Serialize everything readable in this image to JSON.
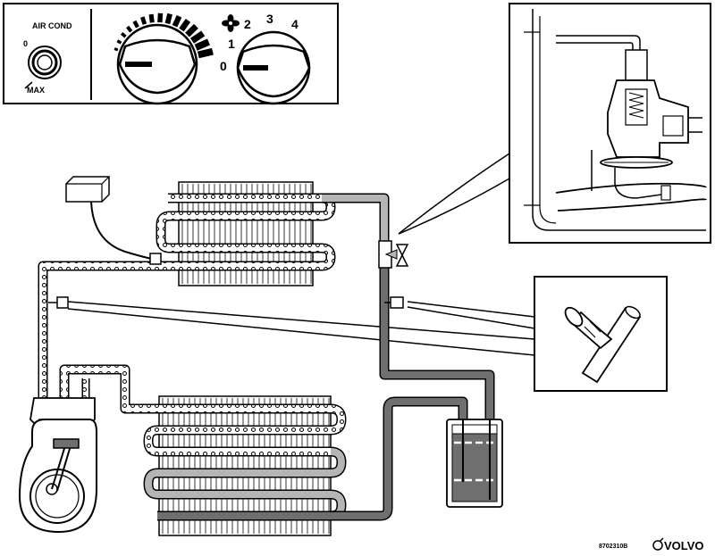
{
  "controls": {
    "ac_title": "AIR COND",
    "ac_min": "0",
    "ac_max": "MAX",
    "fan_positions": [
      "0",
      "1",
      "2",
      "3",
      "4"
    ]
  },
  "footer": {
    "figure_code": "8702310B",
    "brand": "VOLVO"
  },
  "colors": {
    "line": "#000000",
    "high_pressure_fill": "#6f6f6f",
    "liquid_fill": "#b5b5b5",
    "background": "#ffffff"
  },
  "icons": [
    "fan-icon",
    "expansion-valve-symbol",
    "volvo-logo"
  ]
}
